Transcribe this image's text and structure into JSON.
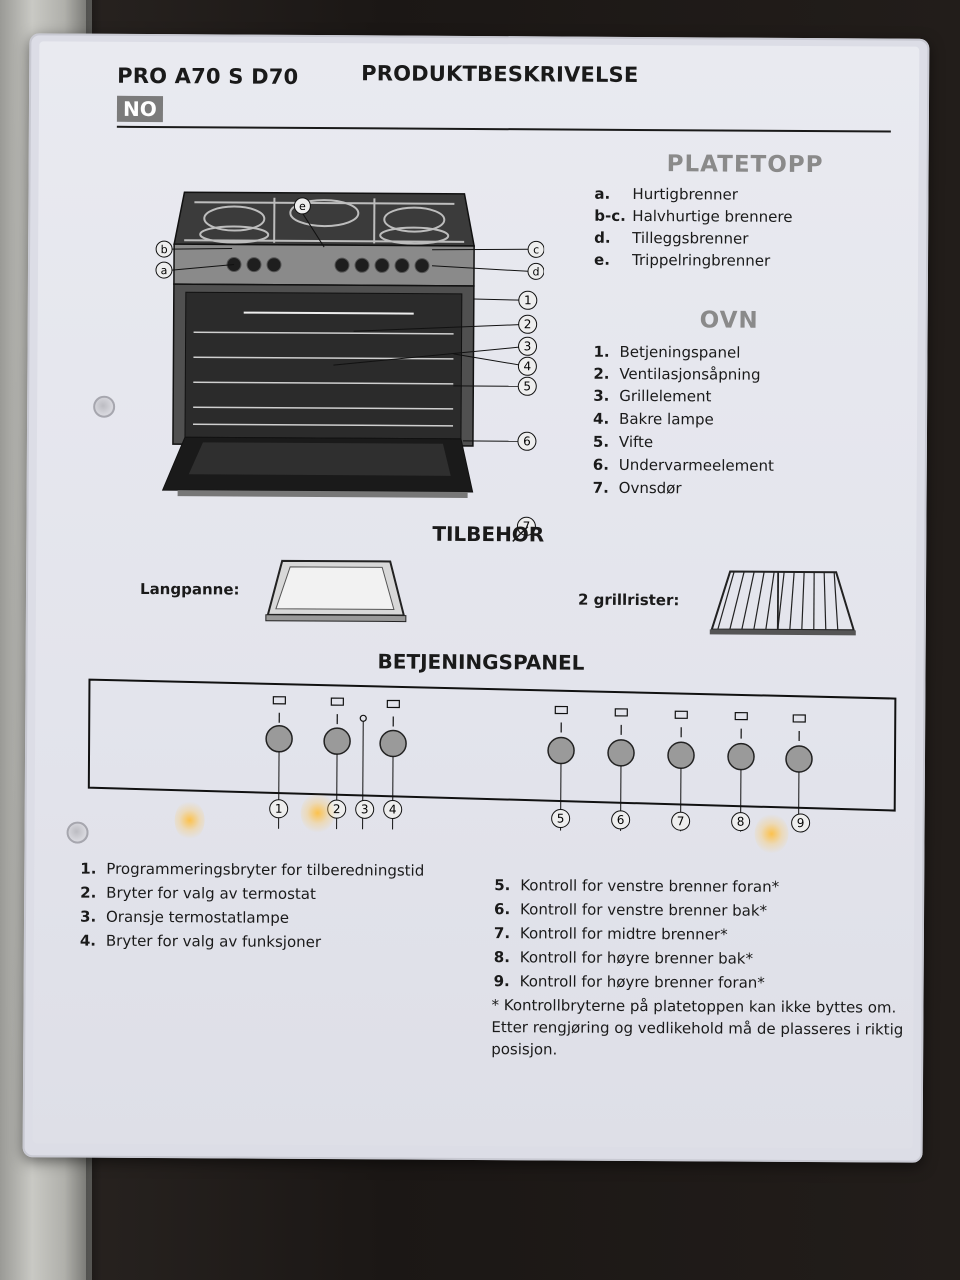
{
  "header": {
    "model": "PRO  A70  S D70",
    "title": "PRODUKTBESKRIVELSE",
    "badge": "NO"
  },
  "platetopp": {
    "title": "PLATETOPP",
    "items": [
      {
        "key": "a.",
        "label": "Hurtigbrenner"
      },
      {
        "key": "b-c.",
        "label": "Halvhurtige brennere"
      },
      {
        "key": "d.",
        "label": "Tilleggsbrenner"
      },
      {
        "key": "e.",
        "label": "Trippelringbrenner"
      }
    ]
  },
  "ovn": {
    "title": "OVN",
    "items": [
      {
        "key": "1.",
        "label": "Betjeningspanel"
      },
      {
        "key": "2.",
        "label": "Ventilasjonsåpning"
      },
      {
        "key": "3.",
        "label": "Grillelement"
      },
      {
        "key": "4.",
        "label": "Bakre lampe"
      },
      {
        "key": "5.",
        "label": "Vifte"
      },
      {
        "key": "6.",
        "label": "Undervarmeelement"
      },
      {
        "key": "7.",
        "label": "Ovnsdør"
      }
    ]
  },
  "diagram_callouts": {
    "letters": [
      "e",
      "b",
      "a",
      "c",
      "d"
    ],
    "numbers": [
      "1",
      "2",
      "3",
      "4",
      "5",
      "6",
      "7"
    ]
  },
  "tilbehor": {
    "title": "TILBEHØR",
    "langpanne": "Langpanne:",
    "grillrister": "2 grillrister:"
  },
  "betjeningspanel": {
    "title": "BETJENINGSPANEL",
    "knob_numbers": [
      "1",
      "2",
      "3",
      "4",
      "5",
      "6",
      "7",
      "8",
      "9"
    ],
    "left_items": [
      {
        "key": "1.",
        "label": "Programmeringsbryter for tilberedningstid"
      },
      {
        "key": "2.",
        "label": "Bryter for valg av termostat"
      },
      {
        "key": "3.",
        "label": "Oransje termostatlampe"
      },
      {
        "key": "4.",
        "label": "Bryter for valg av funksjoner"
      }
    ],
    "right_items": [
      {
        "key": "5.",
        "label": "Kontroll for venstre brenner foran*"
      },
      {
        "key": "6.",
        "label": "Kontroll for venstre brenner bak*"
      },
      {
        "key": "7.",
        "label": "Kontroll for midtre brenner*"
      },
      {
        "key": "8.",
        "label": "Kontroll for høyre brenner bak*"
      },
      {
        "key": "9.",
        "label": "Kontroll for høyre brenner foran*"
      }
    ],
    "note_lines": [
      "* Kontrollbryterne på platetoppen kan ikke byttes om.",
      "Etter rengjøring og vedlikehold må de plasseres i riktig",
      "posisjon."
    ]
  }
}
